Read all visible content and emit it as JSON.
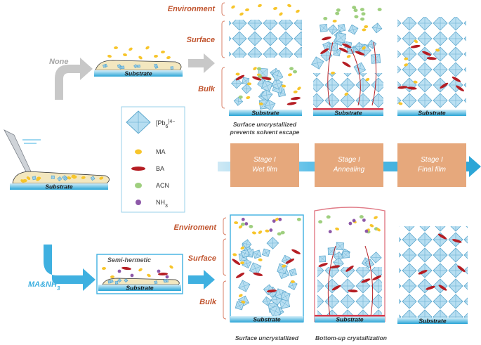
{
  "colors": {
    "accent_orange": "#c0532d",
    "label_gray": "#a6a6a6",
    "arrow_blue": "#3fb0e0",
    "arrow_gray": "#c4c4c4",
    "substrate_top": "#bde5f5",
    "substrate_bottom": "#27a6d8",
    "octahedron": "#b7def1",
    "ma": "#f7c52b",
    "ba": "#b51d23",
    "acn": "#9fcf7f",
    "nh3": "#8d58a8",
    "stage_box": "#e6a87c"
  },
  "layers": {
    "environment": "Environment",
    "surface": "Surface",
    "bulk": "Bulk",
    "enviroment_bottom": "Enviroment"
  },
  "substrate": "Substrate",
  "branches": {
    "none": "None",
    "ma_nh3": "MA&NH",
    "ma_nh3_sub": "3",
    "semi_hermetic": "Semi-hermetic"
  },
  "legend": {
    "pb_label": "[Pb",
    "pb_sub": "6",
    "pb_sup": "]4−",
    "ma": "MA",
    "ba": "BA",
    "acn": "ACN",
    "nh3": "NH",
    "nh3_sub": "3"
  },
  "stages": [
    {
      "line1": "Stage I",
      "line2": "Wet film"
    },
    {
      "line1": "Stage I",
      "line2": "Annealing"
    },
    {
      "line1": "Stage I",
      "line2": "Final film"
    }
  ],
  "captions": {
    "top_line1": "Surface uncrystallized",
    "top_line2": "prevents solvent escape",
    "bottom_left": "Surface uncrystallized",
    "bottom_mid": "Bottom-up crystallization"
  }
}
